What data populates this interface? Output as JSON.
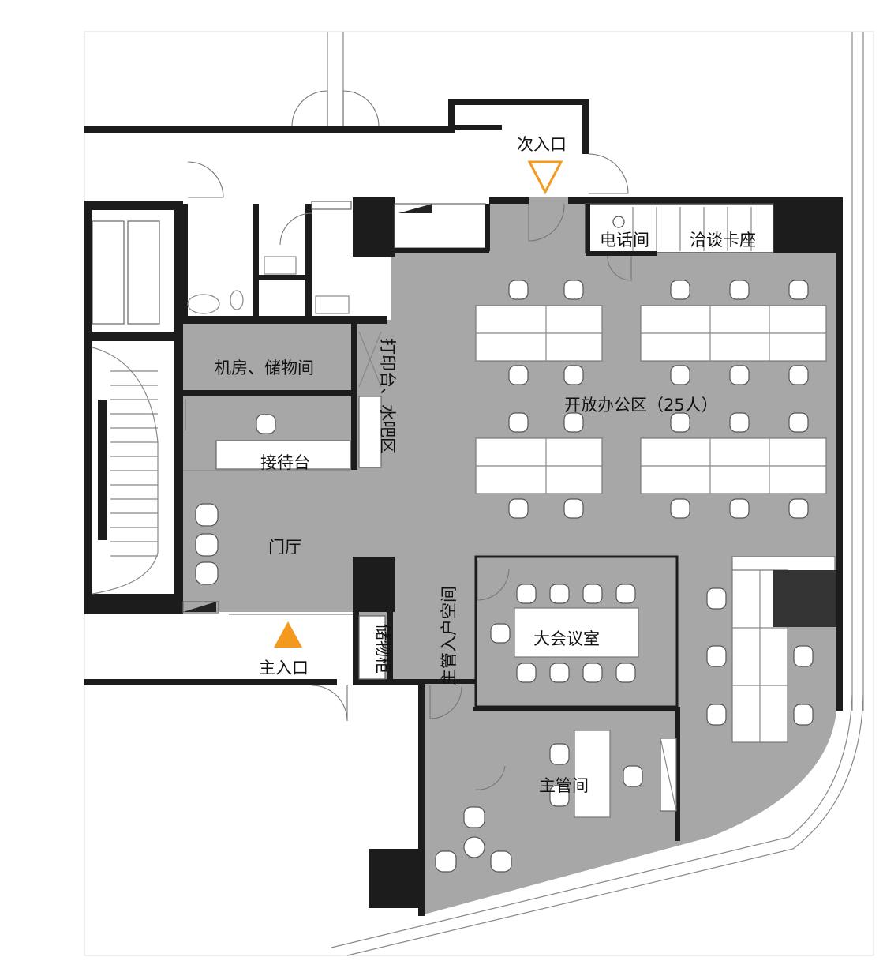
{
  "labels": {
    "secondary_entrance": "次入口",
    "phone_room": "电话间",
    "meeting_booth": "洽谈卡座",
    "server_storage": "机房、储物间",
    "print_water": "打印台、水吧区",
    "open_office": "开放办公区（25人）",
    "reception": "接待台",
    "lobby": "门厅",
    "supervisor_entry": "主管入户空间",
    "large_meeting": "大会议室",
    "main_entrance": "主入口",
    "storage_cabinet": "储物柜",
    "supervisor_office": "主管间"
  },
  "colors": {
    "entrance_marker": "#f39a1e",
    "floor": "#a7a7a7",
    "wall": "#1c1c1c"
  },
  "icons": {
    "main_entrance_marker": "filled-triangle-up",
    "secondary_entrance_marker": "outline-triangle-down"
  }
}
